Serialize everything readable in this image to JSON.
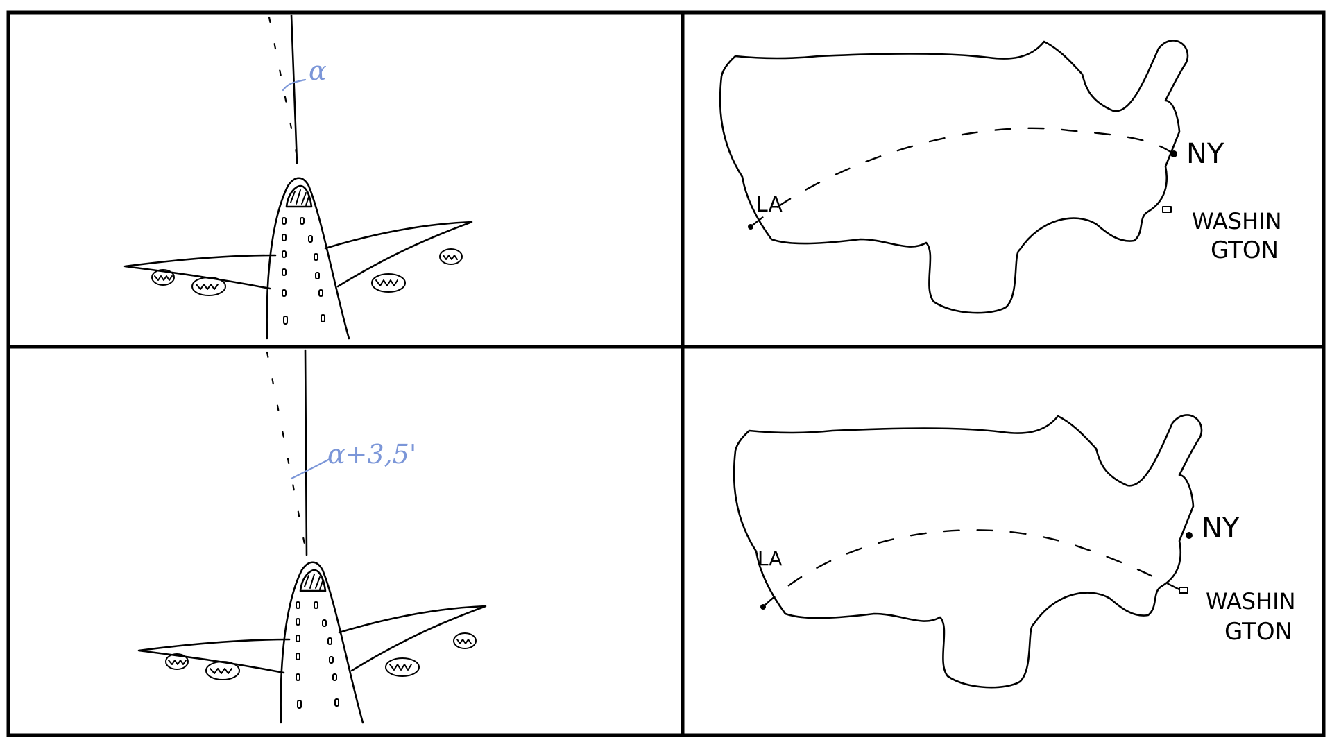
{
  "panels": [
    {
      "id": "plane-top",
      "type": "airplane",
      "angle_label": "α"
    },
    {
      "id": "map-top",
      "type": "map",
      "labels": {
        "west_city": "LA",
        "east_city": "NY",
        "capital_line1": "WASHIN",
        "capital_line2": "GTON"
      }
    },
    {
      "id": "plane-bottom",
      "type": "airplane",
      "angle_label": "α+3,5'"
    },
    {
      "id": "map-bottom",
      "type": "map",
      "labels": {
        "west_city": "LA",
        "east_city": "NY",
        "capital_line1": "WASHIN",
        "capital_line2": "GTON"
      }
    }
  ],
  "colors": {
    "ink": "#000000",
    "annotation": "#7b96d8",
    "background": "#ffffff"
  }
}
